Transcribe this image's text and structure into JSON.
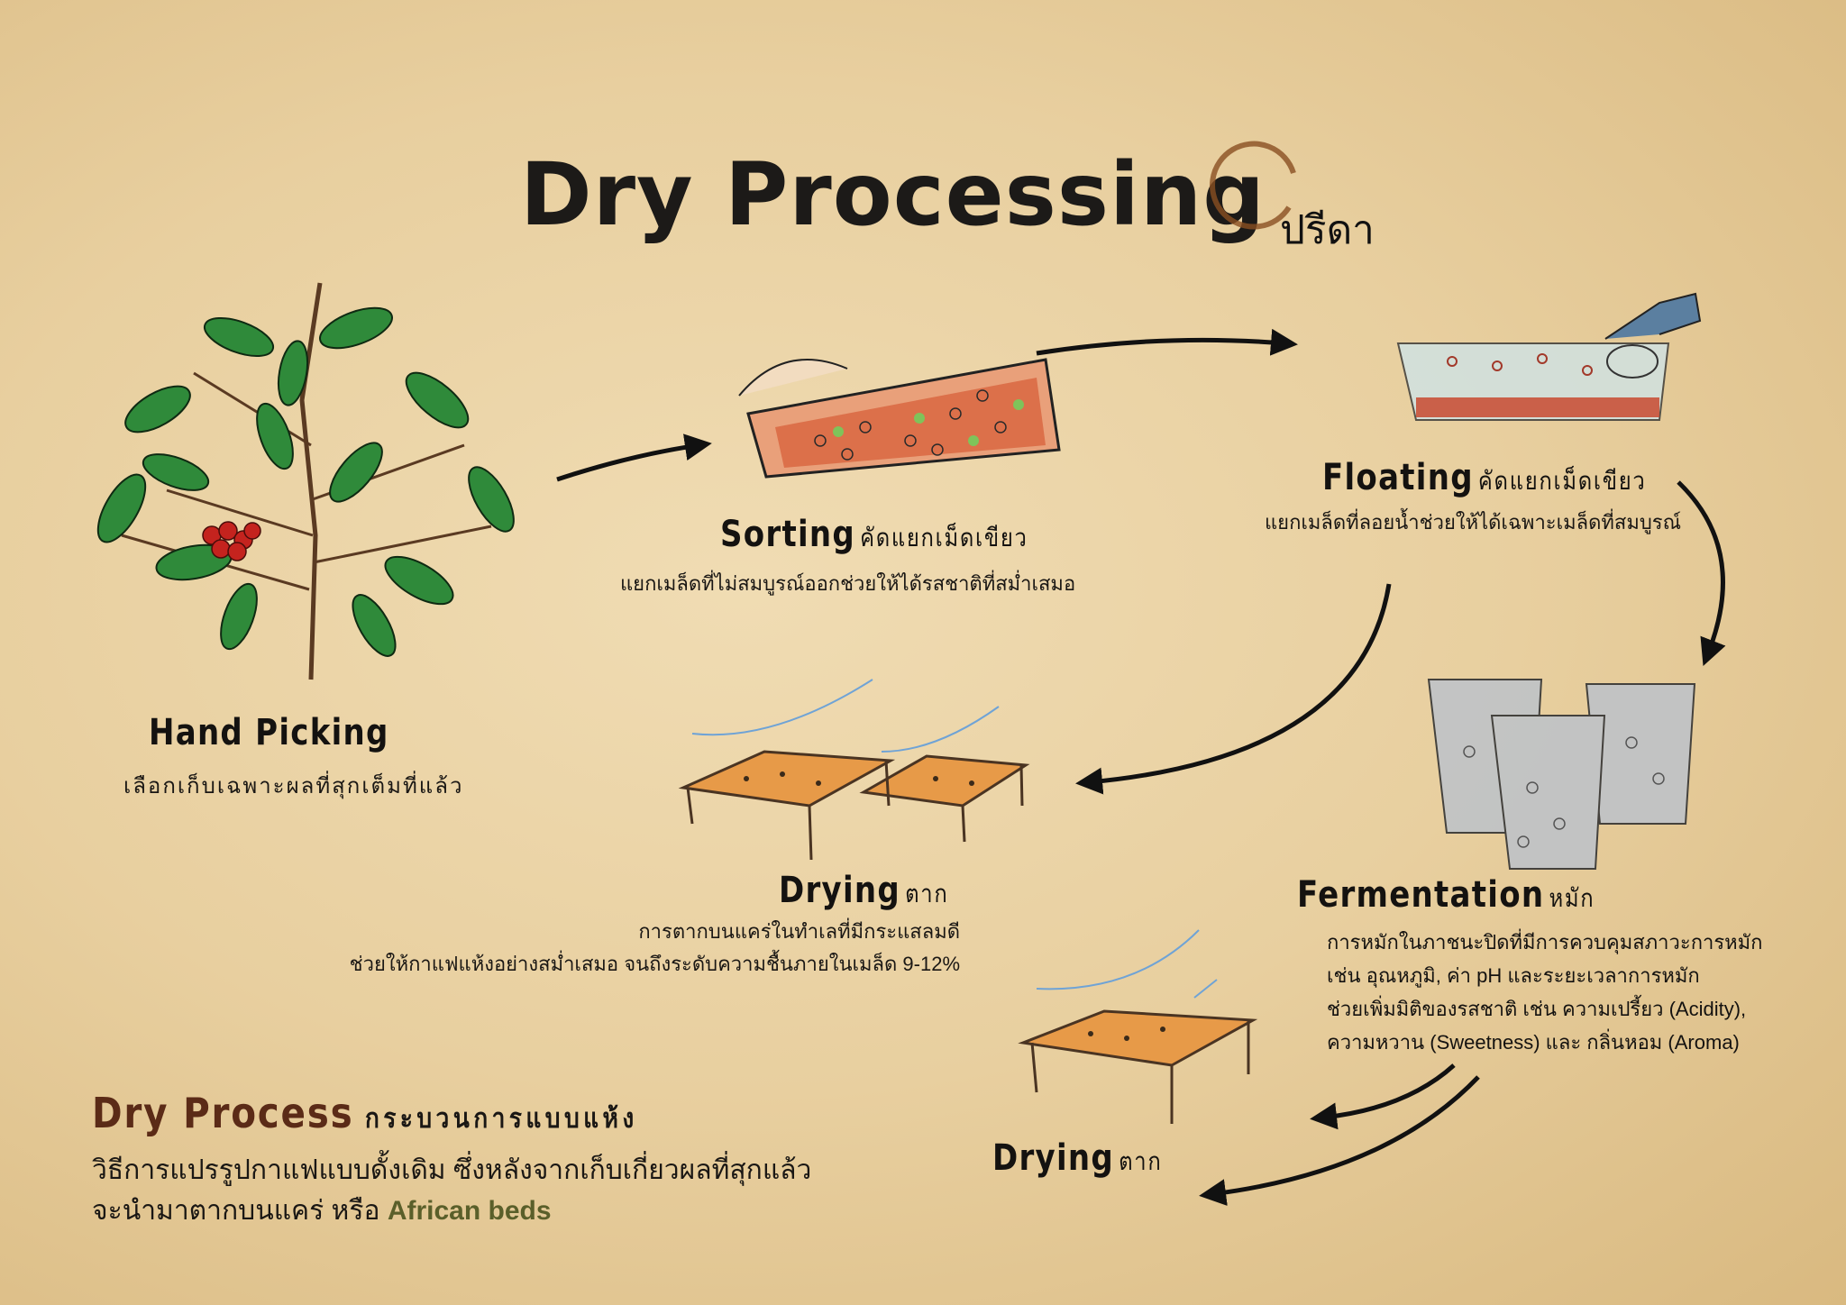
{
  "title": "Dry Processing",
  "logo": {
    "text": "ปรีดา",
    "icon": "coffee-ring-icon"
  },
  "steps": {
    "hand_picking": {
      "title": "Hand Picking",
      "desc": "เลือกเก็บเฉพาะผลที่สุกเต็มที่แล้ว"
    },
    "sorting": {
      "title": "Sorting",
      "title_th": "คัดแยกเม็ดเขียว",
      "desc": "แยกเมล็ดที่ไม่สมบูรณ์ออกช่วยให้ได้รสชาติที่สม่ำเสมอ"
    },
    "floating": {
      "title": "Floating",
      "title_th": "คัดแยกเม็ดเขียว",
      "desc": "แยกเมล็ดที่ลอยน้ำช่วยให้ได้เฉพาะเมล็ดที่สมบูรณ์"
    },
    "fermentation": {
      "title": "Fermentation",
      "title_th": "หมัก",
      "desc_lines": [
        "การหมักในภาชนะปิดที่มีการควบคุมสภาวะการหมัก",
        "เช่น อุณหภูมิ, ค่า pH และระยะเวลาการหมัก",
        "ช่วยเพิ่มมิติของรสชาติ เช่น ความเปรี้ยว (Acidity),",
        "ความหวาน (Sweetness) และ กลิ่นหอม (Aroma)"
      ]
    },
    "drying_1": {
      "title": "Drying",
      "title_th": "ตาก",
      "desc_lines": [
        "การตากบนแคร่ในทำเลที่มีกระแสลมดี",
        "ช่วยให้กาแฟแห้งอย่างสม่ำเสมอ จนถึงระดับความชื้นภายในเมล็ด 9-12%"
      ]
    },
    "drying_2": {
      "title": "Drying",
      "title_th": "ตาก"
    }
  },
  "summary": {
    "title": "Dry Process",
    "title_th": "กระบวนการแบบแห้ง",
    "line1": "วิธีการแปรรูปกาแฟแบบดั้งเดิม ซึ่งหลังจากเก็บเกี่ยวผลที่สุกแล้ว",
    "line2_prefix": "จะนำมาตากบนแคร่ หรือ",
    "line2_highlight": "African beds"
  },
  "colors": {
    "background": "#e8cf9f",
    "summary_title": "#5b2b17",
    "highlight": "#5a5f2a",
    "arrow": "#111111",
    "wind": "#6fa3d6"
  }
}
